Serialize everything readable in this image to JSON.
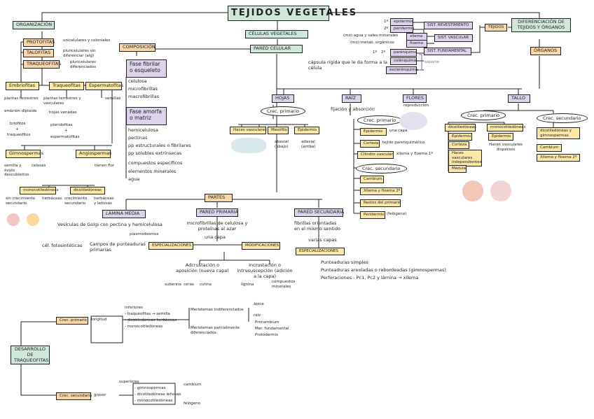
{
  "title": "TEJIDOS VEGETALES",
  "celulas": "CÉLULAS VEGETALES",
  "pared_celular": "PARED CELULAR",
  "pared_desc": "cápsula rígida que le da forma a la célula",
  "organizacion": {
    "label": "ORGANIZACIÓN",
    "protofitas": "PROTOFITAS",
    "protofitas_desc": "unicelulares y coloniales",
    "talofitas": "TALOFITAS",
    "talofitas_desc": "pluricelulares sin diferenciar (alg)",
    "traqueofitas": "TRAQUEOFITAS",
    "traqueofitas_desc": "pluricelulares diferenciados",
    "embriofitas": "Embriofitas",
    "traqueofitas2": "Traqueofitas",
    "espermatofitas": "Espermatofitas",
    "embriofitas_desc": "plantas terrestres",
    "embrion": "embrión diploide",
    "briofitas": "briofitos",
    "mas1": "+",
    "traqueofitas3": "traqueofitos",
    "trq_desc": "plantas terrestres y vasculares",
    "hojas_vena": "hojas venadas",
    "pteridofitas": "pteridofitas",
    "mas2": "+",
    "espermatofitas2": "espermatofitas",
    "semillas": "semillas",
    "gimnospermas": "Gimnospermas",
    "angiospermas": "Angiospermas",
    "semilla_desnuda": "semilla y óvulo descubiertos",
    "celosas": "celosas",
    "tienen_flor": "tienen flor",
    "monocot": "monocotiledóneas",
    "dicot": "dicotiledóneas",
    "mono_desc": "sin crecimiento secundario",
    "herbaceas": "herbáceas",
    "dicot_desc": "crecimiento secundario",
    "dicot_desc2": "herbáceas y leñosas"
  },
  "composicion": {
    "label": "COMPOSICIÓN",
    "fase_fibrilar": "Fase fibrilar o esqueleto",
    "ff_items": [
      "celulosa",
      "microfibrillas",
      "macrofibrillas"
    ],
    "fase_amorfa": "Fase amorfa o matriz",
    "fa_items": [
      "hemicelulosa",
      "pectinas",
      "pp estructurales o fibrilares",
      "pp solubles extrínsecas",
      "compuestos específicos",
      "elementos minerales",
      "agua"
    ]
  },
  "partes": {
    "label": "PARTES",
    "lamina": "LÁMINA MEDIA",
    "lamina_desc": "Vesículas de Golgi con pectina y hemicelulosa",
    "plasmodesmos": "plasmodesmos",
    "cel_fotosinteticas": "cél. fotosintéticas",
    "campos": "Campos de punteaduras primarias",
    "especializaciones": "ESPECIALIZACIONES",
    "pared_primaria": "PARED PRIMARIA",
    "pp_desc": "microfibrillas de celulosa y proteínas al azar",
    "una_capa": "una capa",
    "modificaciones": "MODIFICACIONES",
    "adicion": "Adcrustación o aposición (nueva capa)",
    "suberina": "suberina",
    "ceras": "ceras",
    "cutina": "cutina",
    "incrustacion": "Incrustación o intrususcepción (adición a la capa)",
    "lignina": "lignina",
    "minerales": "compuestos minerales",
    "pared_secundaria": "PARED SECUNDARIA",
    "ps_desc": "fibrillas orientadas en el mismo sentido",
    "varias_capas": "varias capas",
    "especializaciones2": "ESPECIALIZACIONES",
    "esp_items": [
      "Punteaduras simples",
      "Punteaduras areoladas o rebordeadas (gimnospermas)",
      "Perforaciones - Pc1, Pc2 y lámina → xilema"
    ]
  },
  "right": {
    "epidermis": "epidermis",
    "peridermis": "peridermis",
    "xilema": "xilema",
    "floema": "floema",
    "parenquima": "parénquima",
    "colenquima": "colénquima",
    "esclerenquima": "esclerénquima",
    "s1": "1º",
    "s2": "2º",
    "s1b": "1º",
    "s2b": "2º",
    "agua": "(mo) agua y sales minerales",
    "metab": "(mo) metab. orgánicos",
    "soporte": "soporte",
    "sist_rev": "SIST. REVESTIMIENTO",
    "sist_vasc": "SIST. VASCULAR",
    "sist_fund": "SIST. FUNDAMENTAL",
    "tejidos": "TEJIDOS",
    "diferenciacion": "DIFERENCIACIÓN DE TEJIDOS Y ÓRGANOS",
    "organos": "ÓRGANOS"
  },
  "organos": {
    "hojas": "HOJAS",
    "raiz": "RAÍZ",
    "flores": "FLORES",
    "flores_desc": "reproducción",
    "tallo": "TALLO",
    "crec_primario": "Crec. primario",
    "hojas_vasc": "Haces vasculares",
    "mesofilo": "Mesófilo",
    "epidermis": "Epidermis",
    "abaxial": "adaxial (arriba)",
    "adaxial": "abaxial (abajo)",
    "fijacion": "fijación y absorción",
    "raiz_cp": "Crec. primario",
    "r_epidermis": "Epidermis",
    "r_epi_desc": "una capa",
    "corteza": "Corteza",
    "cortez_desc": "tejido parenquimático",
    "cilindro": "Cilindro vascular",
    "cil_desc": "xilema y floema 1º",
    "raiz_cs": "Crec. secundario",
    "cambium": "Cambium",
    "xil_floema": "Xilema y floema 2º",
    "restos": "Restos del primario",
    "peridermis": "Peridermis",
    "felogeno": "(felógeno)",
    "tallo_cp": "Crec. primario",
    "tallo_cs": "Crec. secundario",
    "dicot": "dicotiledóneas",
    "monocot": "monocotiledóneas",
    "t_epidermis": "Epidermis",
    "t_corteza": "Corteza",
    "t_haces": "Haces vasculares independientes",
    "t_medula": "Médula",
    "t_epidermis2": "Epidermis",
    "t_haces2": "Haces vasculares dispersos",
    "t_cs_desc": "dicotiledóneas y gimnospermas",
    "t_cambium": "Cambium",
    "t_xilema": "Xilema y floema 2º"
  },
  "desarrollo": {
    "label": "DESARROLLO DE TRAQUEOFITAS",
    "crec_primario": "Crec. primario",
    "longitud": "longitud",
    "inferiores": "inferiores",
    "list1": [
      "- traqueofitas → semilla",
      "- dicotiledóneas herbáceas",
      "- monocotiledóneas"
    ],
    "meristemas_ind": "Meristemas indiferenciados",
    "apice": "ápice",
    "raiz": "raíz",
    "meristemas_prim": "Meristemas parcialmente diferenciados",
    "prim_items": [
      "Procambium",
      "Mer. fundamental",
      "Protodermis"
    ],
    "crec_secundario": "Crec. secundario",
    "grosor": "grosor",
    "superiores": "superiores",
    "list2": [
      "- gimnospermas",
      "- dicotiledóneas leñosas",
      "- monocotiledóneas"
    ],
    "cambium": "cambium",
    "felogeno": "felógeno"
  }
}
